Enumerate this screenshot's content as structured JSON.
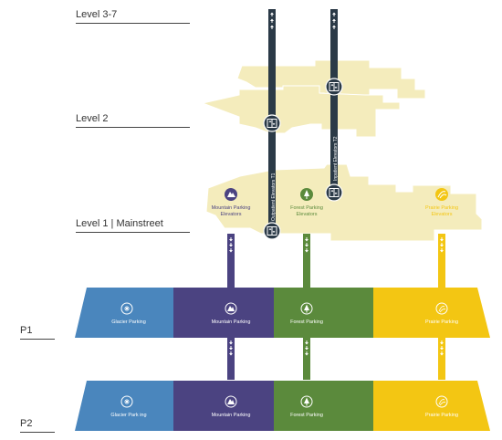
{
  "levels": {
    "l37": "Level 3-7",
    "l2": "Level 2",
    "l1": "Level 1 | Mainstreet",
    "p1": "P1",
    "p2": "P2"
  },
  "elevators": {
    "t1": "Outpatient Elevators T1",
    "t2": "Inpatient Elevators T2"
  },
  "level1_zones": {
    "mountain": "Mountain Parking Elevators",
    "forest": "Forest Parking Elevators",
    "prairie": "Prairie Parking Elevators"
  },
  "p1_zones": {
    "glacier": "Glacier  Parking",
    "mountain": "Mountain Parking",
    "forest": "Forest Parking",
    "prairie": "Prairie Parking"
  },
  "p2_zones": {
    "glacier": "Glacier Park ing",
    "mountain": "Mountain Parking",
    "forest": "Forest Parking",
    "prairie": "Prairie Parking"
  },
  "colors": {
    "glacier": "#4a86bd",
    "mountain": "#4b4381",
    "forest": "#5b8a3c",
    "prairie": "#f3c613",
    "floor": "#f4ecbc",
    "elevator": "#2b3a47"
  },
  "icons": [
    "glacier-icon",
    "mountain-icon",
    "forest-icon",
    "prairie-icon",
    "elevator-icon",
    "arrow-up-icon",
    "arrow-down-icon"
  ]
}
